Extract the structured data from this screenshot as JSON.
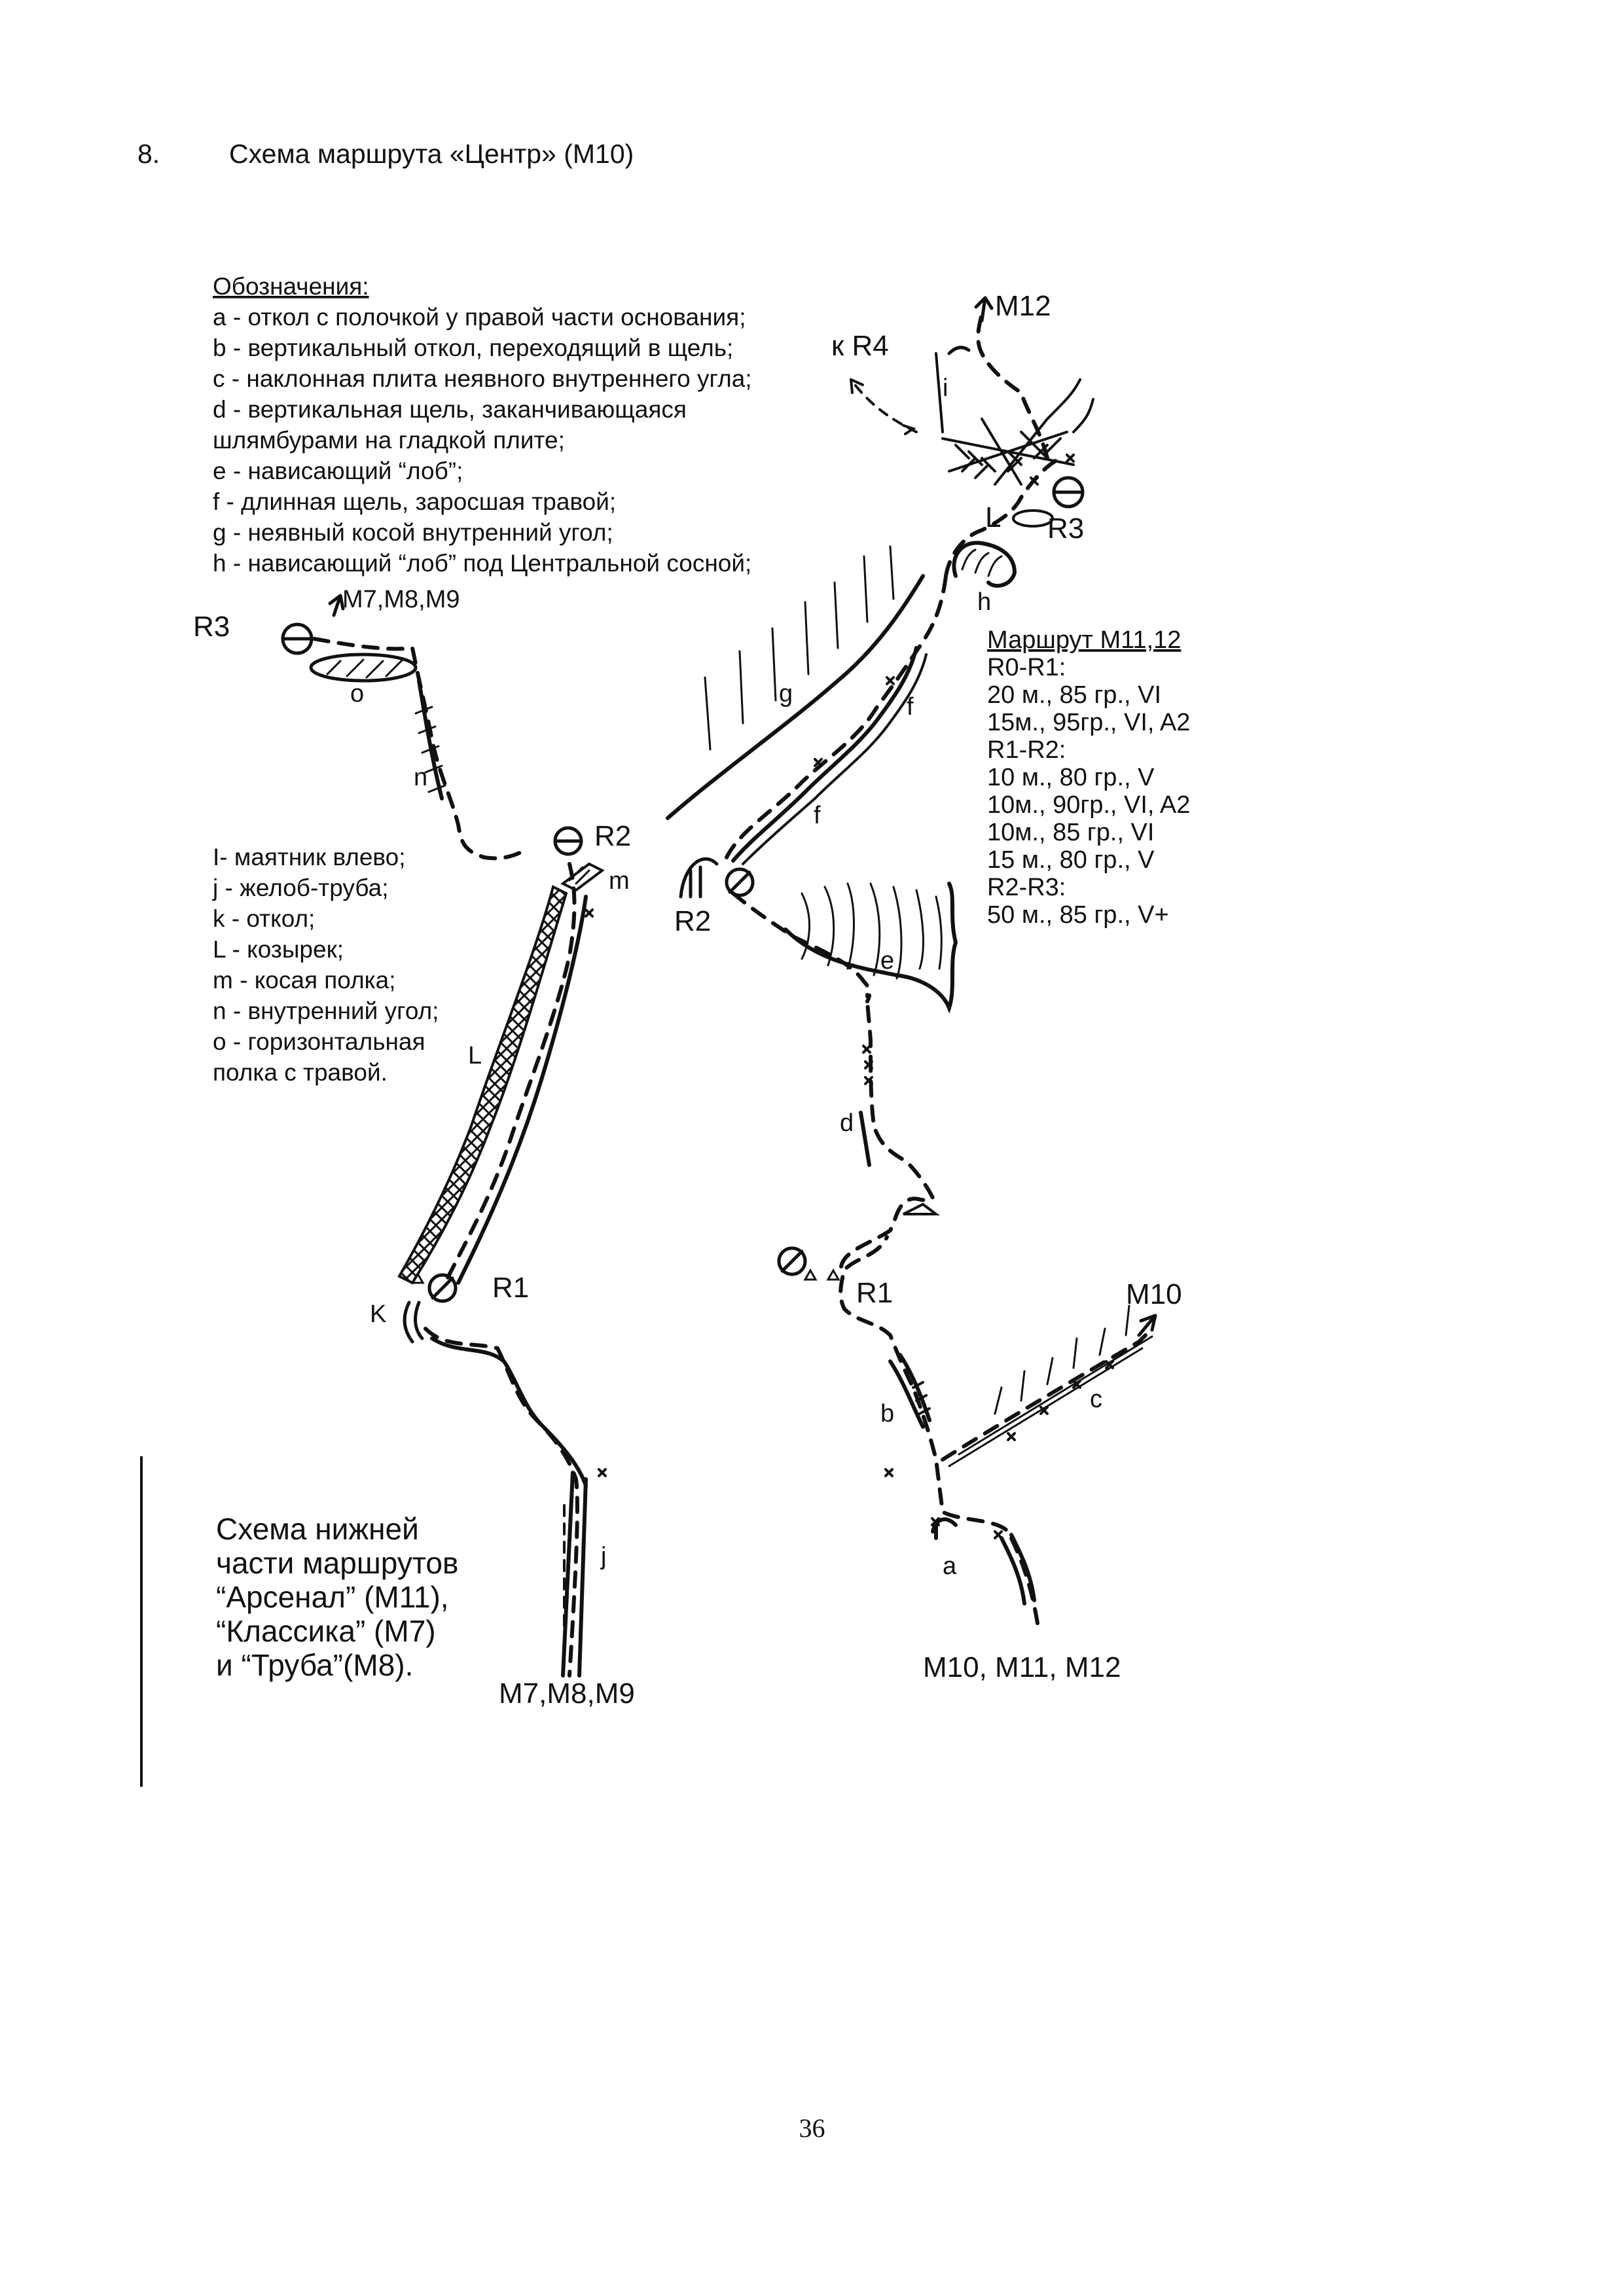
{
  "heading": {
    "number": "8.",
    "title": "Схема маршрута «Центр» (М10)"
  },
  "legend_top": {
    "title": "Обозначения:",
    "items": [
      "a - откол с полочкой у правой части основания;",
      "b - вертикальный откол, переходящий в щель;",
      "c - наклонная плита неявного внутреннего угла;",
      "d - вертикальная щель, заканчивающаяся",
      "шлямбурами на гладкой плите;",
      "e - нависающий “лоб”;",
      "f - длинная щель, заросшая травой;",
      "g - неявный косой внутренний угол;",
      "h - нависающий “лоб” под Центральной сосной;"
    ]
  },
  "legend_left": {
    "items": [
      "I- маятник влево;",
      "j - желоб-труба;",
      "k - откол;",
      "L - козырек;",
      "m - косая полка;",
      "n - внутренний угол;",
      "o - горизонтальная",
      "полка с травой."
    ]
  },
  "route_info": {
    "title": "Маршрут М11,12",
    "lines": [
      "R0-R1:",
      "20 м., 85 гр., VI",
      "15м., 95гр., VI, A2",
      "R1-R2:",
      "10 м., 80 гр., V",
      "10м., 90гр., VI, A2",
      "10м., 85 гр., VI",
      "15 м., 80 гр., V",
      "R2-R3:",
      "50 м., 85 гр., V+"
    ]
  },
  "lower_scheme_caption": [
    "Схема нижней",
    "части маршрутов",
    "“Арсенал” (М11),",
    "“Классика” (М7)",
    "и “Труба”(М8)."
  ],
  "labels": {
    "m12": "М12",
    "r4": "к R4",
    "i": "i",
    "r3_right": "R3",
    "l_small": "L",
    "h": "h",
    "g": "g",
    "f1": "f",
    "f2": "f",
    "r2_right": "R2",
    "e": "e",
    "d": "d",
    "r1_right": "R1",
    "m10": "М10",
    "b": "b",
    "c": "c",
    "a": "a",
    "m10_m11_m12": "М10, М11, М12",
    "r3_left": "R3",
    "m7m8m9_top": "М7,М8,М9",
    "o": "o",
    "n": "n",
    "r2_left": "R2",
    "m": "m",
    "l_big": "L",
    "r1_left": "R1",
    "k": "K",
    "j": "j",
    "m7m8m9_bottom": "М7,М8,М9"
  },
  "page_number": "36"
}
